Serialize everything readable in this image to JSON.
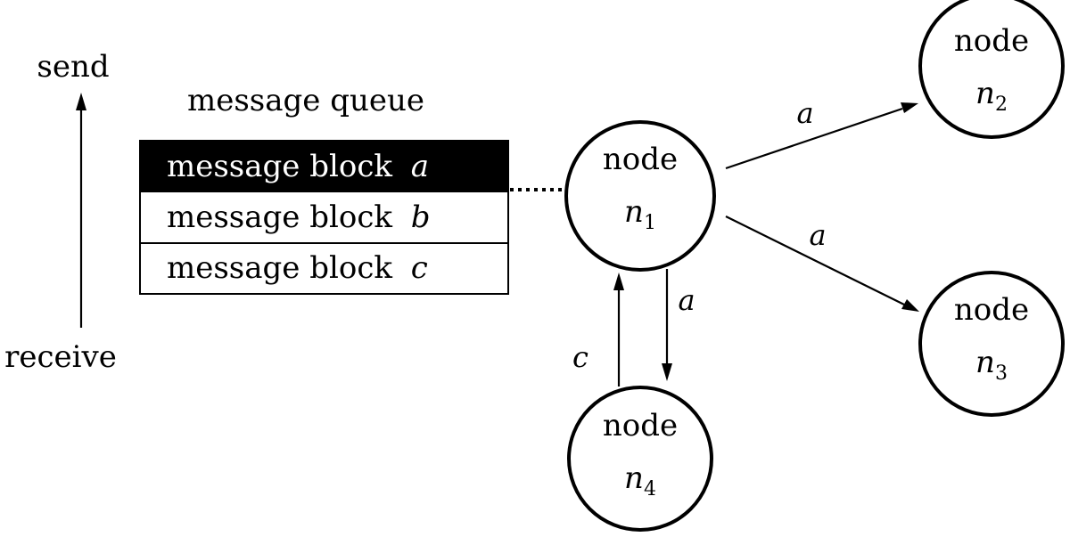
{
  "direction": {
    "send_label": "send",
    "receive_label": "receive"
  },
  "queue": {
    "title": "message queue",
    "blocks": [
      {
        "prefix": "message block",
        "id": "a",
        "highlighted": true
      },
      {
        "prefix": "message block",
        "id": "b",
        "highlighted": false
      },
      {
        "prefix": "message block",
        "id": "c",
        "highlighted": false
      }
    ]
  },
  "nodes": {
    "n1": {
      "word": "node",
      "var": "n",
      "sub": "1"
    },
    "n2": {
      "word": "node",
      "var": "n",
      "sub": "2"
    },
    "n3": {
      "word": "node",
      "var": "n",
      "sub": "3"
    },
    "n4": {
      "word": "node",
      "var": "n",
      "sub": "4"
    }
  },
  "edges": [
    {
      "from": "n1",
      "to": "n2",
      "label": "a"
    },
    {
      "from": "n1",
      "to": "n3",
      "label": "a"
    },
    {
      "from": "n1",
      "to": "n4",
      "label": "a"
    },
    {
      "from": "n4",
      "to": "n1",
      "label": "c"
    }
  ],
  "colors": {
    "foreground": "#000000",
    "background": "#ffffff"
  }
}
